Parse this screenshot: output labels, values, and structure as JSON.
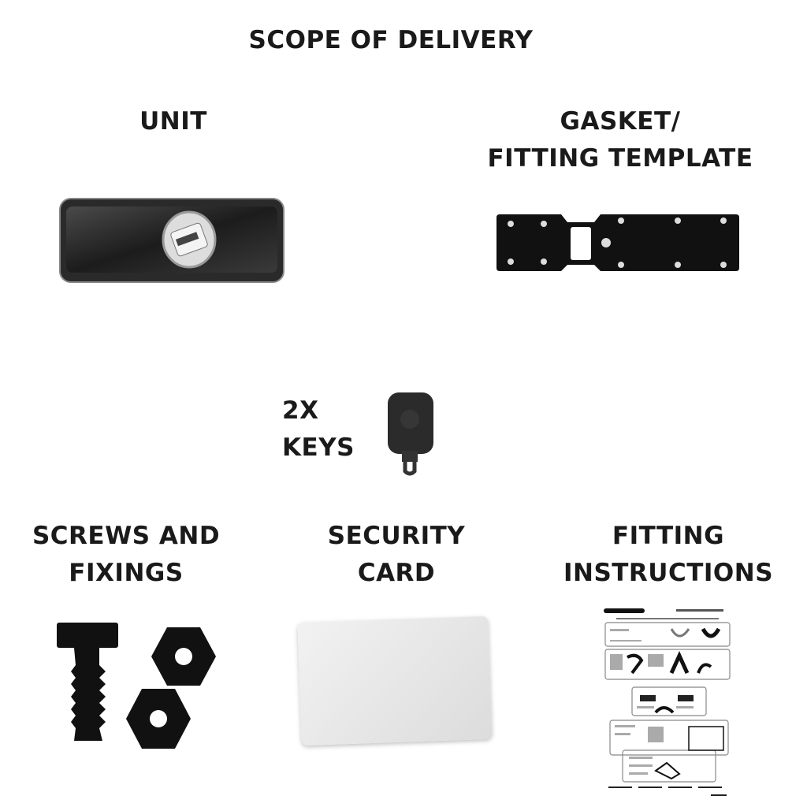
{
  "title": "SCOPE OF DELIVERY",
  "items": {
    "unit": {
      "lines": [
        "UNIT"
      ]
    },
    "gasket": {
      "lines": [
        "GASKET/",
        "FITTING TEMPLATE"
      ]
    },
    "keys": {
      "lines": [
        "2X",
        "KEYS"
      ]
    },
    "screws": {
      "lines": [
        "SCREWS AND",
        "FIXINGS"
      ]
    },
    "card": {
      "lines": [
        "SECURITY",
        "CARD"
      ]
    },
    "instructions": {
      "lines": [
        "FITTING",
        "INSTRUCTIONS"
      ]
    }
  }
}
